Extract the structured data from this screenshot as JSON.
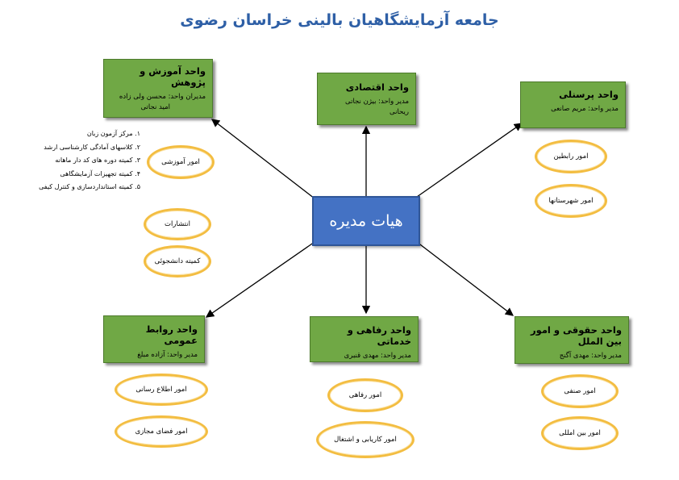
{
  "title": "جامعه آزمایشگاهیان بالینی خراسان رضوی",
  "center": {
    "label": "هیات مدیره"
  },
  "units": {
    "education": {
      "title": "واحد آموزش و پژوهش",
      "lines": [
        "مدیران واحد: محسن ولی زاده",
        "امید نجاتی"
      ]
    },
    "economic": {
      "title": "واحد اقتصادی",
      "lines": [
        "مدیر واحد: بیژن نجاتی ریحانی"
      ]
    },
    "personnel": {
      "title": "واحد پرسنلی",
      "lines": [
        "مدیر واحد: مریم صانعی"
      ]
    },
    "pr": {
      "title": "واحد روابط عمومی",
      "lines": [
        "مدیر واحد: آزاده مبلغ"
      ]
    },
    "welfare": {
      "title": "واحد رفاهی و خدماتی",
      "lines": [
        "مدیر واحد: مهدی قنبری"
      ]
    },
    "legal": {
      "title": "واحد حقوقی و امور بین الملل",
      "lines": [
        "مدیر واحد: مهدی آگنج"
      ]
    }
  },
  "education_list": [
    "۱. مرکز آزمون زبان",
    "۲. کلاسهای آمادگی کارشناسی ارشد",
    "۳. کمیته دوره های کد دار ماهانه",
    "۴. کمیته تجهیزات آزمایشگاهی",
    "۵. کمیته استانداردسازی و کنترل کیفی"
  ],
  "ovals": {
    "education_affairs": "امور آموزشی",
    "publications": "انتشارات",
    "student_committee": "کمیته دانشجوئی",
    "liaisons": "امور رابطین",
    "cities": "امور شهرستانها",
    "info": "امور اطلاع رسانی",
    "virtual": "امور فضای مجازی",
    "welfare_affairs": "امور رفاهی",
    "employment": "امور کاریابی و اشتغال",
    "guild": "امور صنفی",
    "international": "امور بین امللی"
  },
  "colors": {
    "box_fill": "#70a845",
    "center_fill": "#4472c4",
    "oval_border": "#f3bd41",
    "title": "#2e5fa6"
  }
}
